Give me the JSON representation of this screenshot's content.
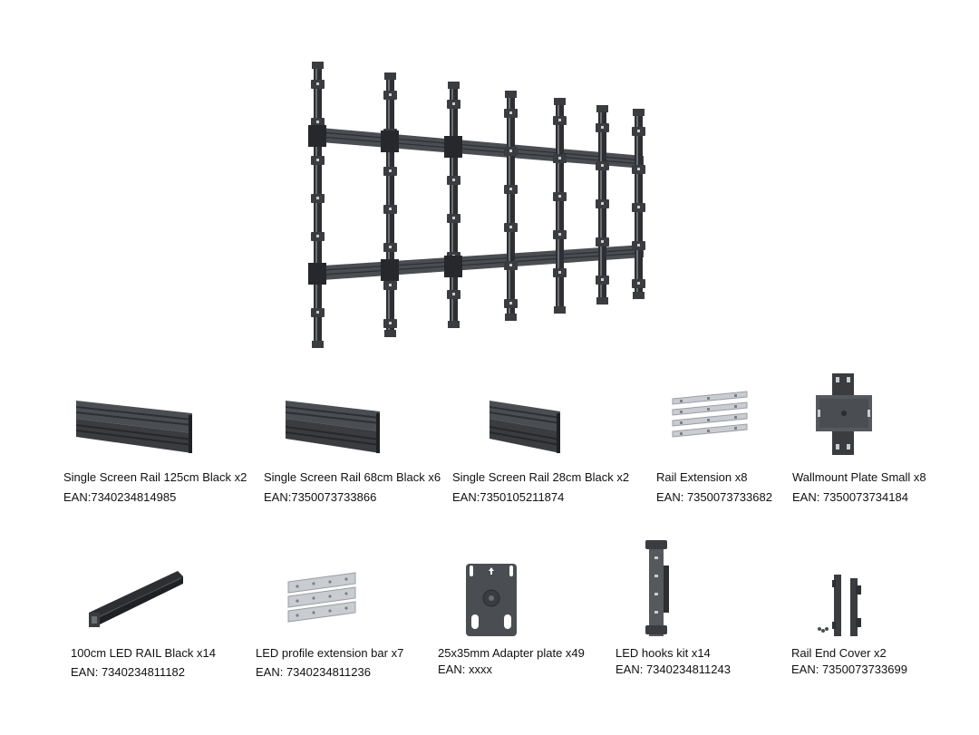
{
  "colors": {
    "metal_dark": "#2d2f33",
    "metal_mid": "#4a4d52",
    "metal_light": "#6b6e73",
    "silver": "#c9ccd0",
    "silver_dark": "#9a9ea3"
  },
  "hero": {
    "icon": "led-video-wall-mount-frame"
  },
  "items": [
    {
      "name": "Single Screen Rail 125cm Black x2",
      "ean": "EAN:7340234814985",
      "icon": "rail-125cm"
    },
    {
      "name": "Single Screen Rail 68cm Black x6",
      "ean": "EAN:7350073733866",
      "icon": "rail-68cm"
    },
    {
      "name": "Single Screen Rail 28cm Black x2",
      "ean": "EAN:7350105211874",
      "icon": "rail-28cm"
    },
    {
      "name": "Rail Extension x8",
      "ean": "EAN: 7350073733682",
      "icon": "rail-extension"
    },
    {
      "name": "Wallmount Plate Small x8",
      "ean": "EAN: 7350073734184",
      "icon": "wallmount-plate"
    },
    {
      "name": "100cm LED RAIL  Black x14",
      "ean": "EAN: 7340234811182",
      "icon": "led-rail"
    },
    {
      "name": "LED profile extension bar x7",
      "ean": "EAN: 7340234811236",
      "icon": "extension-bar"
    },
    {
      "name": "25x35mm Adapter plate x49",
      "ean": "EAN: xxxx",
      "icon": "adapter-plate"
    },
    {
      "name": "LED hooks kit x14",
      "ean": "EAN: 7340234811243",
      "icon": "led-hooks"
    },
    {
      "name": "Rail End Cover x2",
      "ean": "EAN: 7350073733699",
      "icon": "rail-end-cover"
    }
  ]
}
